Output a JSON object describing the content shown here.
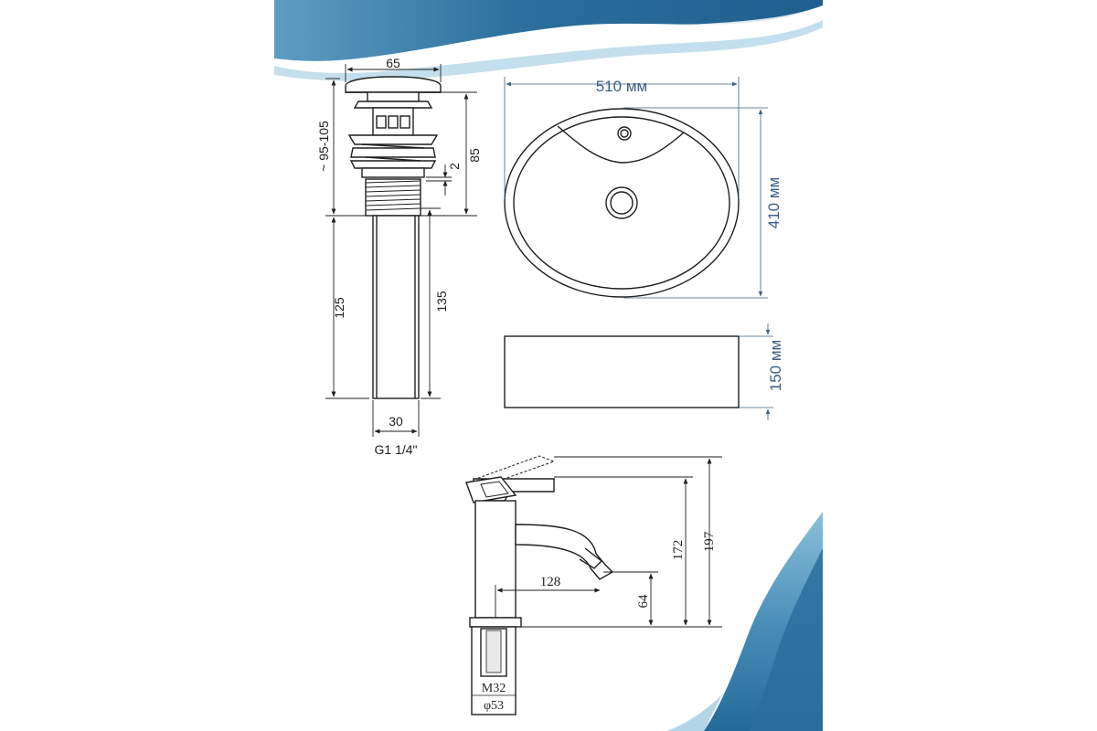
{
  "drain": {
    "top_width": "65",
    "height_range": "~ 95-105",
    "body_height": "85",
    "gap": "2",
    "lower_height": "125",
    "pipe_height": "135",
    "pipe_width": "30",
    "thread": "G1 1/4\""
  },
  "basin": {
    "width": "510 мм",
    "depth": "410 мм",
    "height": "150 мм"
  },
  "faucet": {
    "spout_reach": "128",
    "spout_height": "64",
    "body_height": "172",
    "total_height": "197",
    "thread": "M32",
    "diameter": "φ53"
  },
  "colors": {
    "wave_dark": "#2c6f9c",
    "wave_light": "#7fb6d4",
    "line": "#1f1f1f",
    "dim_blue": "#3a5f86"
  }
}
